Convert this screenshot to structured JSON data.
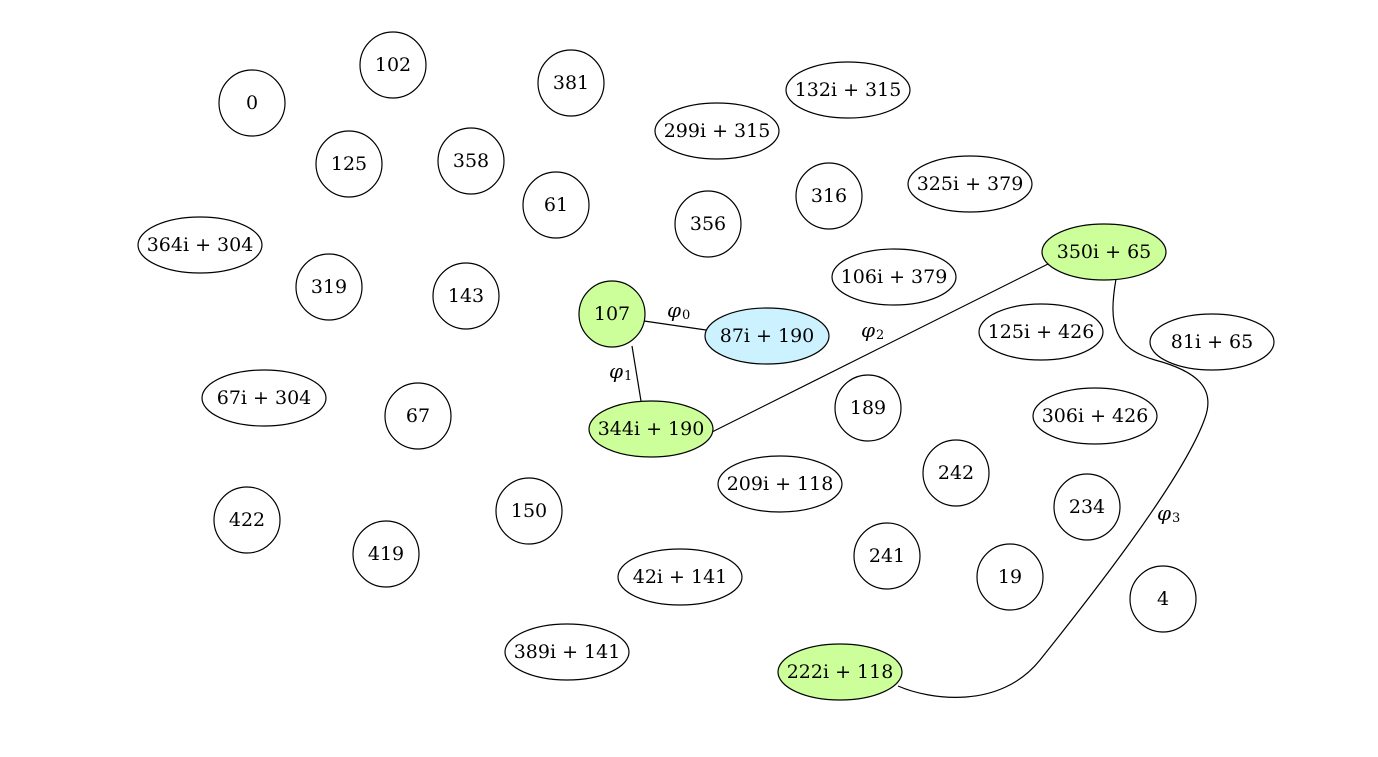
{
  "colors": {
    "default_fill": "#ffffff",
    "highlight_green": "#ccff99",
    "highlight_blue": "#ccf2ff",
    "stroke": "#000000"
  },
  "nodes": [
    {
      "id": "n0",
      "label": "0",
      "state": "default"
    },
    {
      "id": "n102",
      "label": "102",
      "state": "default"
    },
    {
      "id": "n381",
      "label": "381",
      "state": "default"
    },
    {
      "id": "n132i315",
      "label": "132i + 315",
      "state": "default"
    },
    {
      "id": "n299i315",
      "label": "299i + 315",
      "state": "default"
    },
    {
      "id": "n125",
      "label": "125",
      "state": "default"
    },
    {
      "id": "n358",
      "label": "358",
      "state": "default"
    },
    {
      "id": "n61",
      "label": "61",
      "state": "default"
    },
    {
      "id": "n316",
      "label": "316",
      "state": "default"
    },
    {
      "id": "n325i379",
      "label": "325i + 379",
      "state": "default"
    },
    {
      "id": "n364i304",
      "label": "364i + 304",
      "state": "default"
    },
    {
      "id": "n356",
      "label": "356",
      "state": "default"
    },
    {
      "id": "n350i65",
      "label": "350i + 65",
      "state": "highlight_green"
    },
    {
      "id": "n319",
      "label": "319",
      "state": "default"
    },
    {
      "id": "n143",
      "label": "143",
      "state": "default"
    },
    {
      "id": "n106i379",
      "label": "106i + 379",
      "state": "default"
    },
    {
      "id": "n107",
      "label": "107",
      "state": "highlight_green"
    },
    {
      "id": "n87i190",
      "label": "87i + 190",
      "state": "highlight_blue"
    },
    {
      "id": "n125i426",
      "label": "125i + 426",
      "state": "default"
    },
    {
      "id": "n81i65",
      "label": "81i + 65",
      "state": "default"
    },
    {
      "id": "n67i304",
      "label": "67i + 304",
      "state": "default"
    },
    {
      "id": "n67",
      "label": "67",
      "state": "default"
    },
    {
      "id": "n344i190",
      "label": "344i + 190",
      "state": "highlight_green"
    },
    {
      "id": "n189",
      "label": "189",
      "state": "default"
    },
    {
      "id": "n306i426",
      "label": "306i + 426",
      "state": "default"
    },
    {
      "id": "n242",
      "label": "242",
      "state": "default"
    },
    {
      "id": "n209i118",
      "label": "209i + 118",
      "state": "default"
    },
    {
      "id": "n234",
      "label": "234",
      "state": "default"
    },
    {
      "id": "n422",
      "label": "422",
      "state": "default"
    },
    {
      "id": "n150",
      "label": "150",
      "state": "default"
    },
    {
      "id": "n419",
      "label": "419",
      "state": "default"
    },
    {
      "id": "n241",
      "label": "241",
      "state": "default"
    },
    {
      "id": "n19",
      "label": "19",
      "state": "default"
    },
    {
      "id": "n42i141",
      "label": "42i + 141",
      "state": "default"
    },
    {
      "id": "n4",
      "label": "4",
      "state": "default"
    },
    {
      "id": "n389i141",
      "label": "389i + 141",
      "state": "default"
    },
    {
      "id": "n222i118",
      "label": "222i + 118",
      "state": "highlight_green"
    }
  ],
  "edges": [
    {
      "id": "e0",
      "from": "n107",
      "to": "n87i190",
      "symbol": "φ",
      "subscript": "0"
    },
    {
      "id": "e1",
      "from": "n107",
      "to": "n344i190",
      "symbol": "φ",
      "subscript": "1"
    },
    {
      "id": "e2",
      "from": "n344i190",
      "to": "n350i65",
      "symbol": "φ",
      "subscript": "2"
    },
    {
      "id": "e3",
      "from": "n350i65",
      "to": "n222i118",
      "symbol": "φ",
      "subscript": "3"
    }
  ]
}
